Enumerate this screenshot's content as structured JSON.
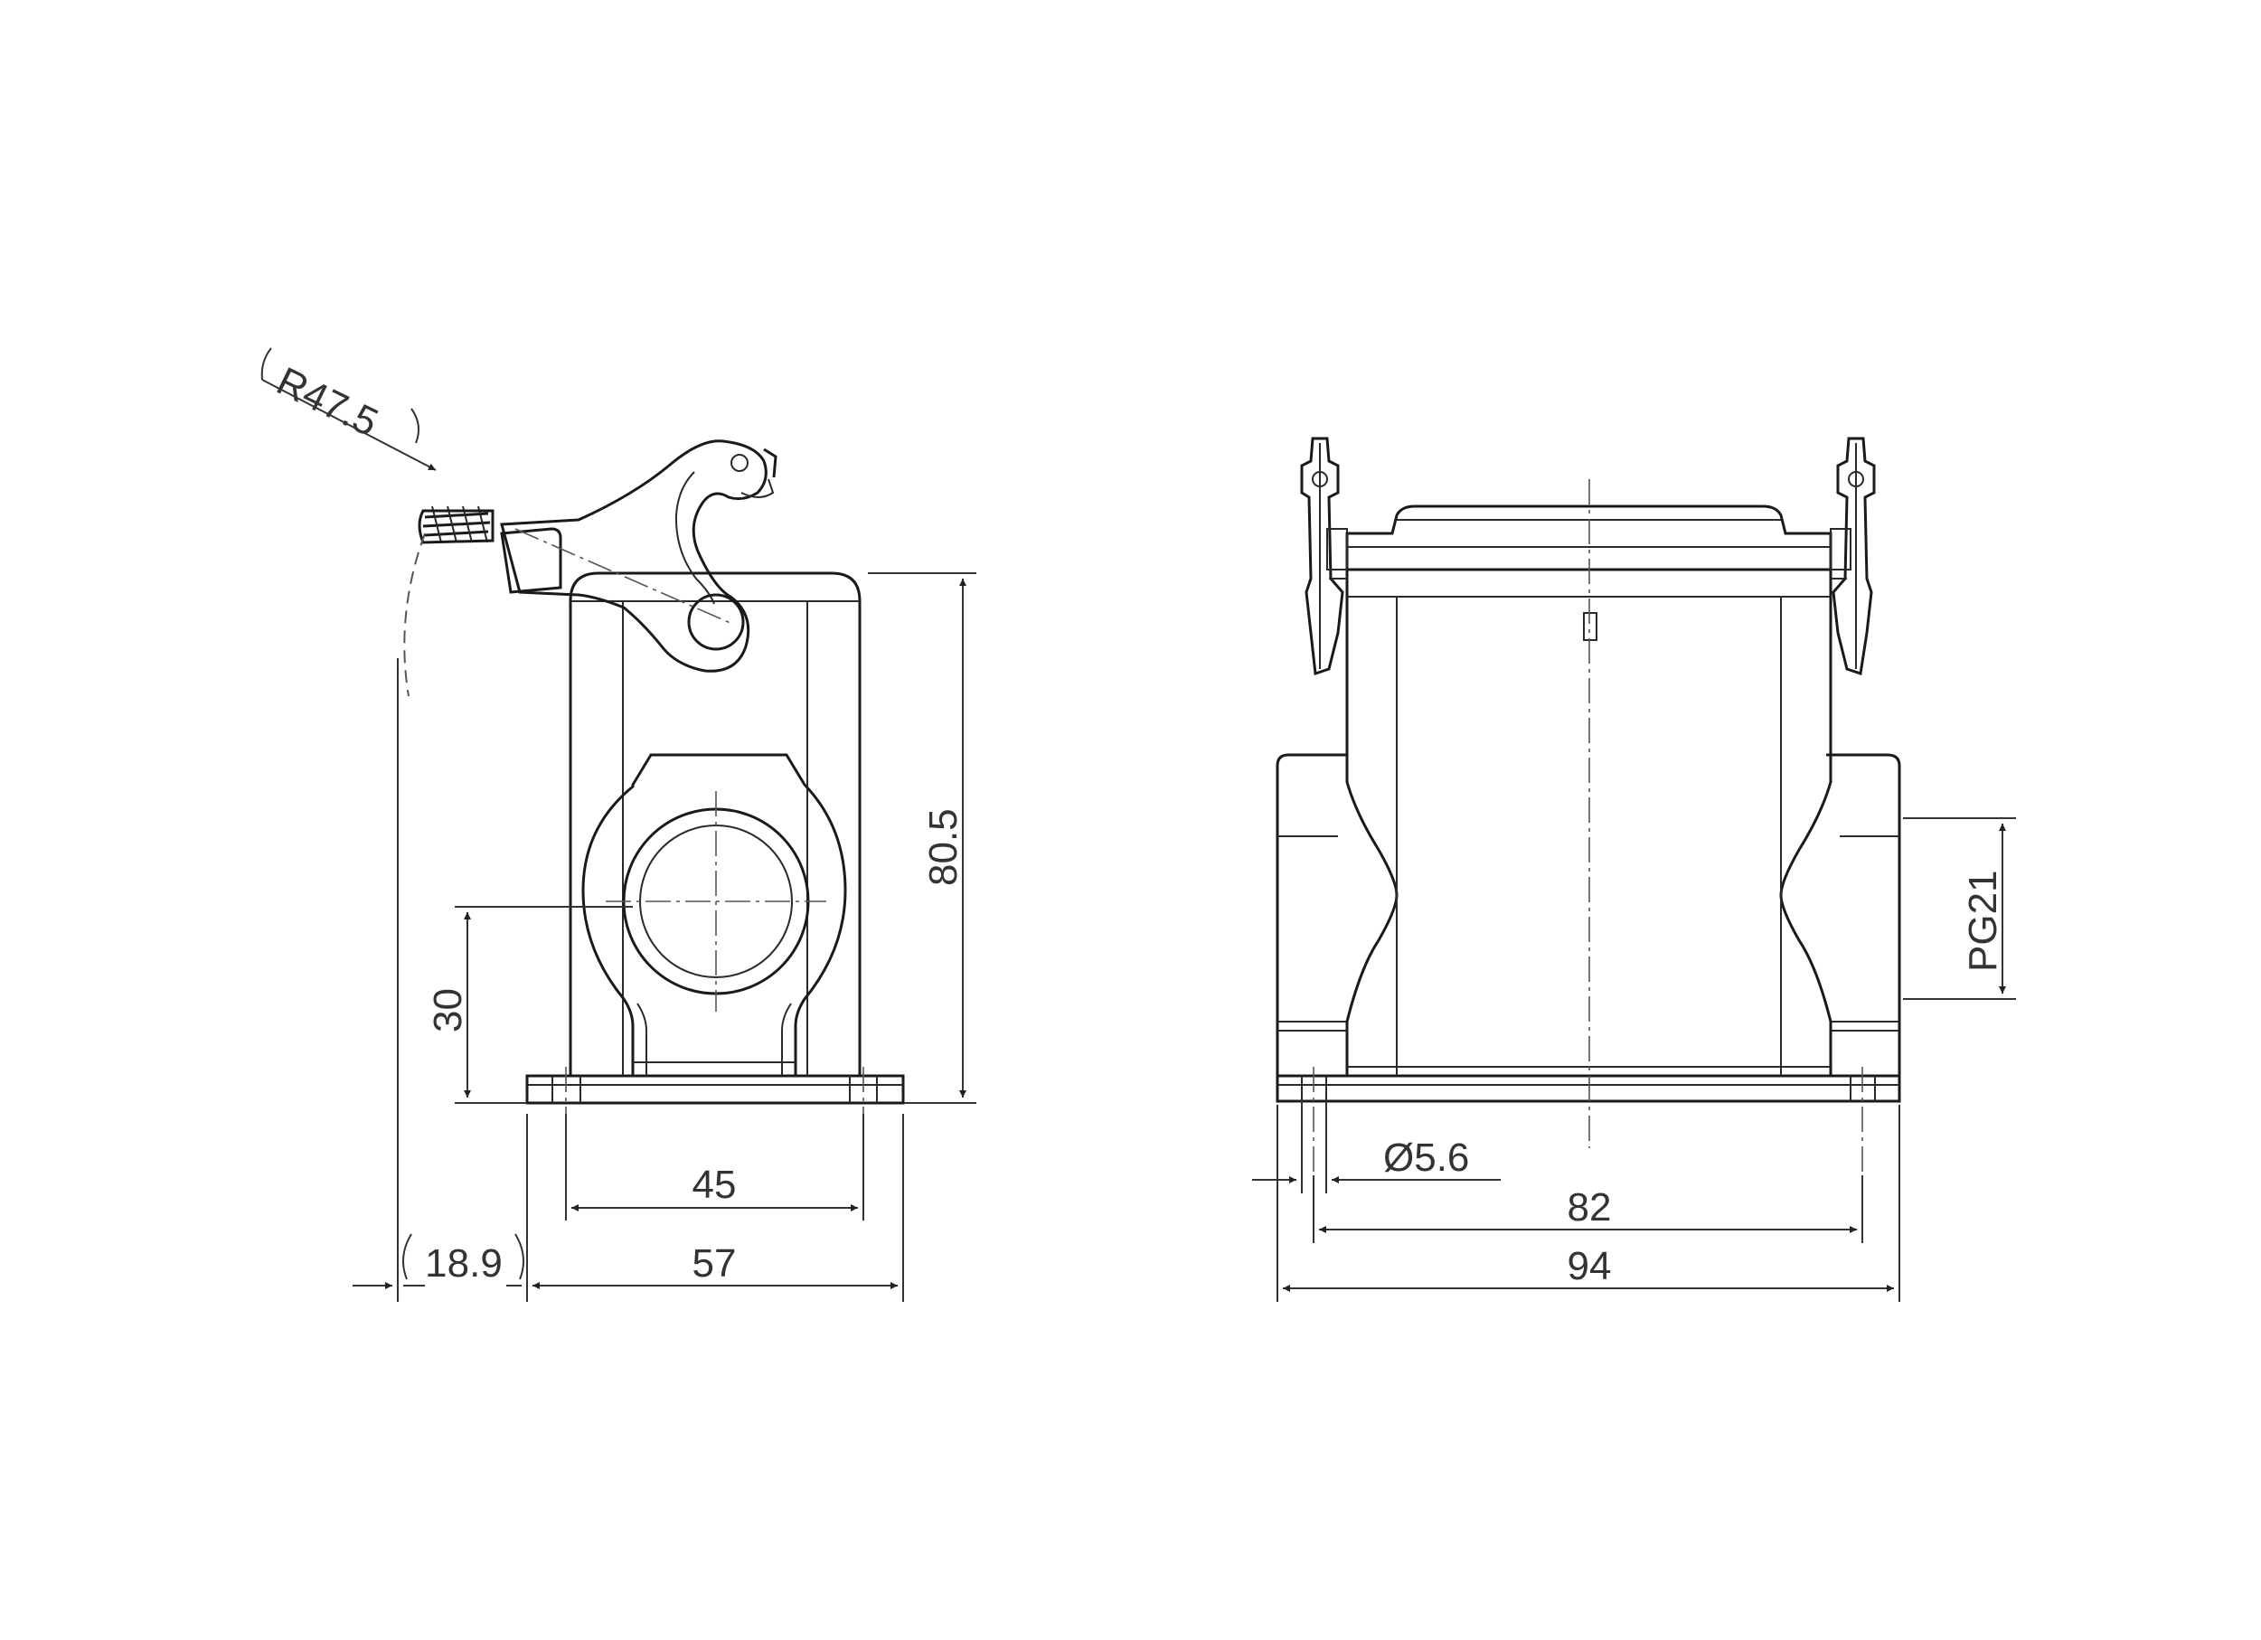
{
  "side_view": {
    "dims": {
      "radius": "R47.5",
      "height": "80.5",
      "hole_center_height": "30",
      "inner_width": "45",
      "outer_width": "57",
      "lever_offset": "18.9"
    }
  },
  "front_view": {
    "dims": {
      "hole_dia": "Ø5.6",
      "hole_spacing": "82",
      "overall_width": "94",
      "thread": "PG21"
    }
  },
  "colors": {
    "line": "#1a1a1a",
    "dim": "#333333",
    "background": "#ffffff"
  }
}
